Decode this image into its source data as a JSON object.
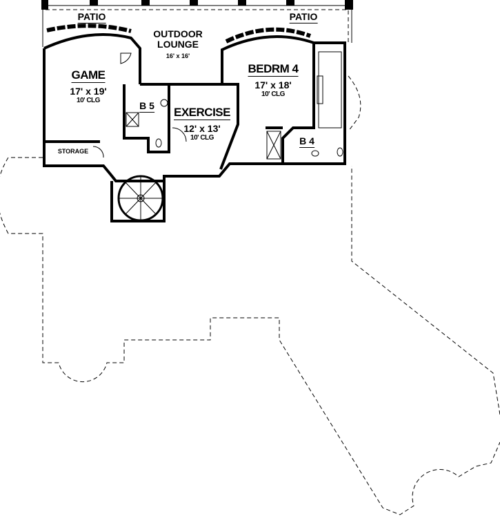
{
  "rooms": {
    "patio_left": {
      "name": "PATIO"
    },
    "patio_right": {
      "name": "PATIO"
    },
    "outdoor_lounge": {
      "name_line1": "OUTDOOR",
      "name_line2": "LOUNGE",
      "size": "16' x 16'"
    },
    "game": {
      "name": "GAME",
      "size": "17' x 19'",
      "ceiling": "10' CLG"
    },
    "bedroom4": {
      "name": "BEDRM 4",
      "size": "17' x 18'",
      "ceiling": "10' CLG"
    },
    "exercise": {
      "name": "EXERCISE",
      "size": "12' x 13'",
      "ceiling": "10' CLG"
    },
    "bath5": {
      "name": "B 5"
    },
    "bath4": {
      "name": "B 4"
    },
    "storage": {
      "name": "STORAGE"
    }
  }
}
